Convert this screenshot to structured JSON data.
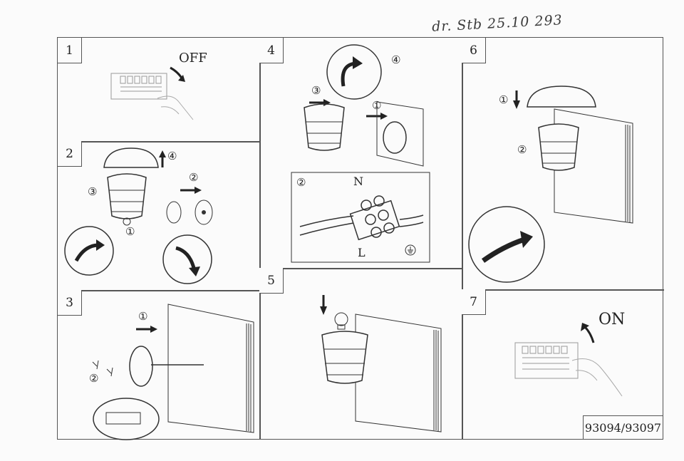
{
  "header": {
    "handwritten_note": "dr. Stb 25.10 293"
  },
  "steps": [
    {
      "number": "1",
      "label": "OFF",
      "callouts": []
    },
    {
      "number": "2",
      "label": "",
      "callouts": [
        "③",
        "④",
        "②",
        "①"
      ]
    },
    {
      "number": "3",
      "label": "",
      "callouts": [
        "①",
        "②"
      ]
    },
    {
      "number": "4",
      "label": "",
      "callouts": [
        "③",
        "④",
        "①",
        "②"
      ],
      "wire_labels": {
        "neutral": "N",
        "live": "L"
      }
    },
    {
      "number": "5",
      "label": "",
      "callouts": []
    },
    {
      "number": "6",
      "label": "",
      "callouts": [
        "①",
        "②"
      ]
    },
    {
      "number": "7",
      "label": "ON",
      "callouts": []
    }
  ],
  "model_number": "93094/93097",
  "colors": {
    "line": "#555555",
    "ink": "#222222",
    "paper": "#fbfbfb"
  },
  "icons": [
    "arrow-icon",
    "lamp-icon",
    "wall-icon",
    "fuse-box-icon",
    "hand-icon",
    "screw-icon",
    "bulb-icon",
    "wall-plug-icon",
    "terminal-block-icon",
    "ground-symbol-icon"
  ]
}
